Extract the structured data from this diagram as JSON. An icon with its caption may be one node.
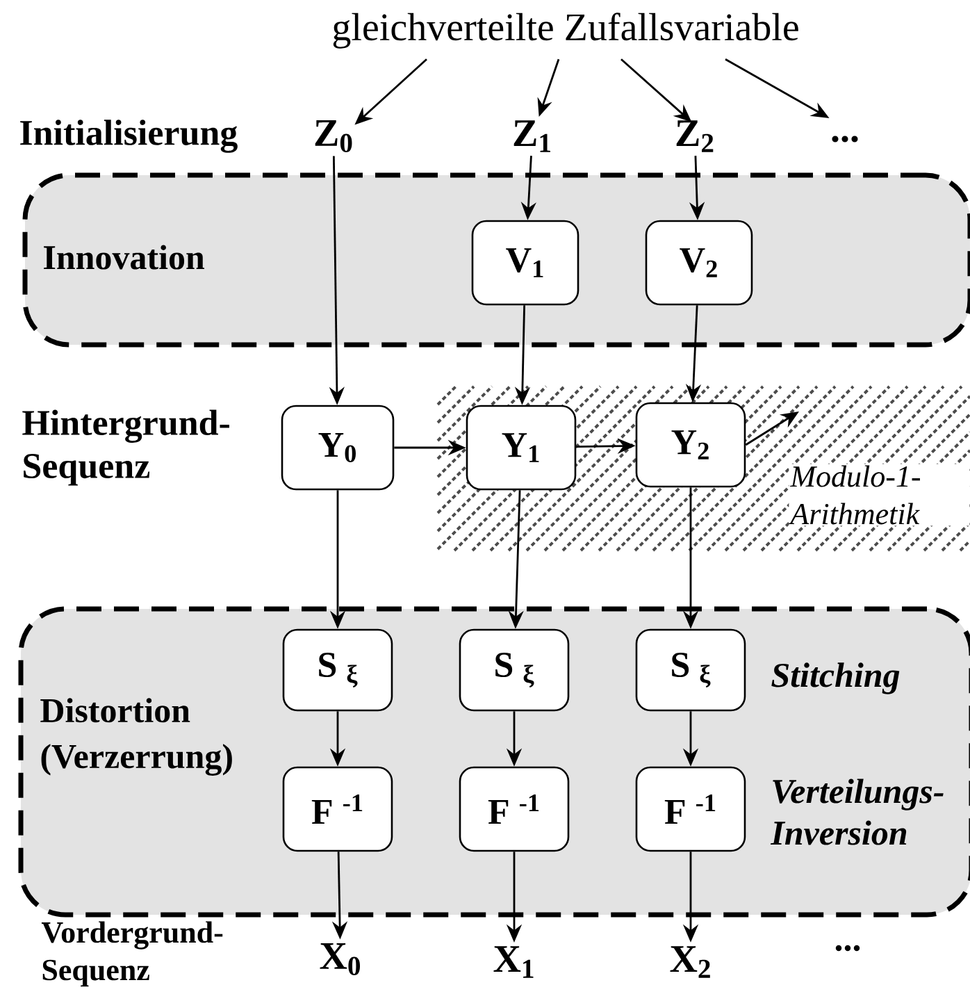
{
  "diagram": {
    "nodes": [
      {
        "text": [
          "gleichverteilte Zufallsvariable"
        ]
      },
      {
        "text": [
          "Z$_{0}$"
        ]
      },
      {
        "text": [
          "Z$_{1}$"
        ]
      },
      {
        "text": [
          "Z$_{2}$"
        ]
      },
      {
        "text": [
          "..."
        ]
      },
      {
        "text": [
          "Innovation"
        ]
      },
      {
        "text": [
          "V$_{1}$"
        ],
        "in": 5
      },
      {
        "text": [
          "V$_{2}$"
        ],
        "in": 5
      },
      {
        "text": [
          "Y$_{0}$"
        ]
      },
      {
        "text": [
          "Y$_{1}$"
        ]
      },
      {
        "text": [
          "Y$_{2}$"
        ]
      },
      {
        "text": [
          "Distortion (Verzerrung)"
        ]
      },
      {
        "text": [
          "S $_{ξ}$"
        ],
        "in": 11
      },
      {
        "text": [
          "S $_{ξ}$"
        ],
        "in": 11
      },
      {
        "text": [
          "S $_{ξ}$"
        ],
        "in": 11
      },
      {
        "text": [
          "F $^{-1}$"
        ],
        "in": 11
      },
      {
        "text": [
          "F $^{-1}$"
        ],
        "in": 11
      },
      {
        "text": [
          "F $^{-1}$"
        ],
        "in": 11
      },
      {
        "text": [
          "X$_{0}$"
        ]
      },
      {
        "text": [
          "X$_{1}$"
        ]
      },
      {
        "text": [
          "X$_{2}$"
        ]
      }
    ],
    "edges": [
      {
        "from": 0,
        "to": 1,
        "arrow": "to"
      },
      {
        "from": 0,
        "to": 2,
        "arrow": "to"
      },
      {
        "from": 0,
        "to": 3,
        "arrow": "to"
      },
      {
        "from": 0,
        "to": 4,
        "arrow": "to"
      },
      {
        "from": 1,
        "to": 8,
        "arrow": "to"
      },
      {
        "from": 2,
        "to": 6,
        "arrow": "to"
      },
      {
        "from": 3,
        "to": 7,
        "arrow": "to"
      },
      {
        "from": 6,
        "to": 9,
        "arrow": "to"
      },
      {
        "from": 7,
        "to": 10,
        "arrow": "to"
      },
      {
        "from": 8,
        "to": 9,
        "arrow": "to"
      },
      {
        "from": 9,
        "to": 10,
        "arrow": "to"
      },
      {
        "from": 10,
        "to": null,
        "arrow": "to"
      },
      {
        "from": 8,
        "to": 12,
        "arrow": "to"
      },
      {
        "from": 9,
        "to": 13,
        "arrow": "to"
      },
      {
        "from": 10,
        "to": 14,
        "arrow": "to"
      },
      {
        "from": 12,
        "to": 15,
        "arrow": "to"
      },
      {
        "from": 13,
        "to": 16,
        "arrow": "to"
      },
      {
        "from": 14,
        "to": 17,
        "arrow": "to"
      },
      {
        "from": 15,
        "to": 18,
        "arrow": "to"
      },
      {
        "from": 16,
        "to": 19,
        "arrow": "to"
      },
      {
        "from": 17,
        "to": 20,
        "arrow": "to"
      }
    ],
    "labels": [
      "Initialisierung",
      "Hintergrund-Sequenz",
      "Modulo-1-Arithmetik",
      "Stitching",
      "Verteilungs-Inversion",
      "Vordergrund-Sequenz",
      "..."
    ]
  }
}
